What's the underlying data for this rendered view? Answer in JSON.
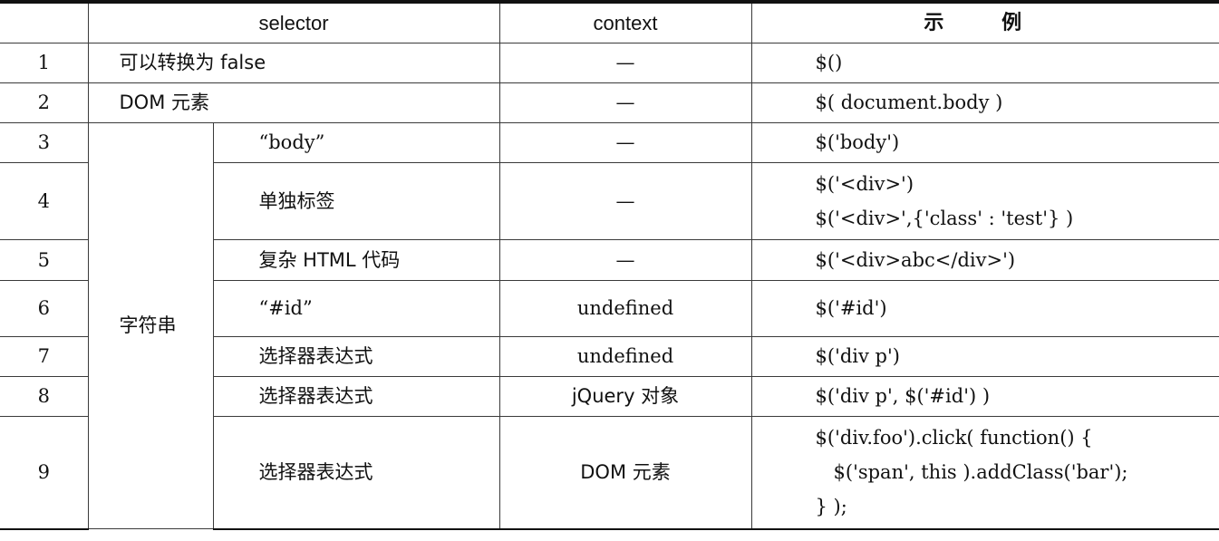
{
  "table": {
    "headers": {
      "num": "",
      "selector": "selector",
      "context": "context",
      "example": "示 例"
    },
    "rows": [
      {
        "num": "1",
        "selector": "可以转换为 false",
        "context": "—",
        "example": [
          "$()"
        ]
      },
      {
        "num": "2",
        "selector": "DOM 元素",
        "context": "—",
        "example": [
          "$( document.body )"
        ]
      },
      {
        "num": "3",
        "selector_group": "字符串",
        "selector": "“body”",
        "context": "—",
        "example": [
          "$('body')"
        ]
      },
      {
        "num": "4",
        "selector": "单独标签",
        "context": "—",
        "example": [
          "$('<div>')",
          "$('<div>',{'class' : 'test'} )"
        ]
      },
      {
        "num": "5",
        "selector": "复杂 HTML 代码",
        "context": "—",
        "example": [
          "$('<div>abc</div>')"
        ]
      },
      {
        "num": "6",
        "selector": "“#id”",
        "context": "undefined",
        "example": [
          "$('#id')"
        ]
      },
      {
        "num": "7",
        "selector": "选择器表达式",
        "context": "undefined",
        "example": [
          "$('div p')"
        ]
      },
      {
        "num": "8",
        "selector": "选择器表达式",
        "context": "jQuery 对象",
        "example": [
          "$('div p', $('#id') )"
        ]
      },
      {
        "num": "9",
        "selector": "选择器表达式",
        "context": "DOM 元素",
        "example": [
          "$('div.foo').click( function() {",
          "$('span', this ).addClass('bar');",
          "} );"
        ]
      }
    ]
  }
}
